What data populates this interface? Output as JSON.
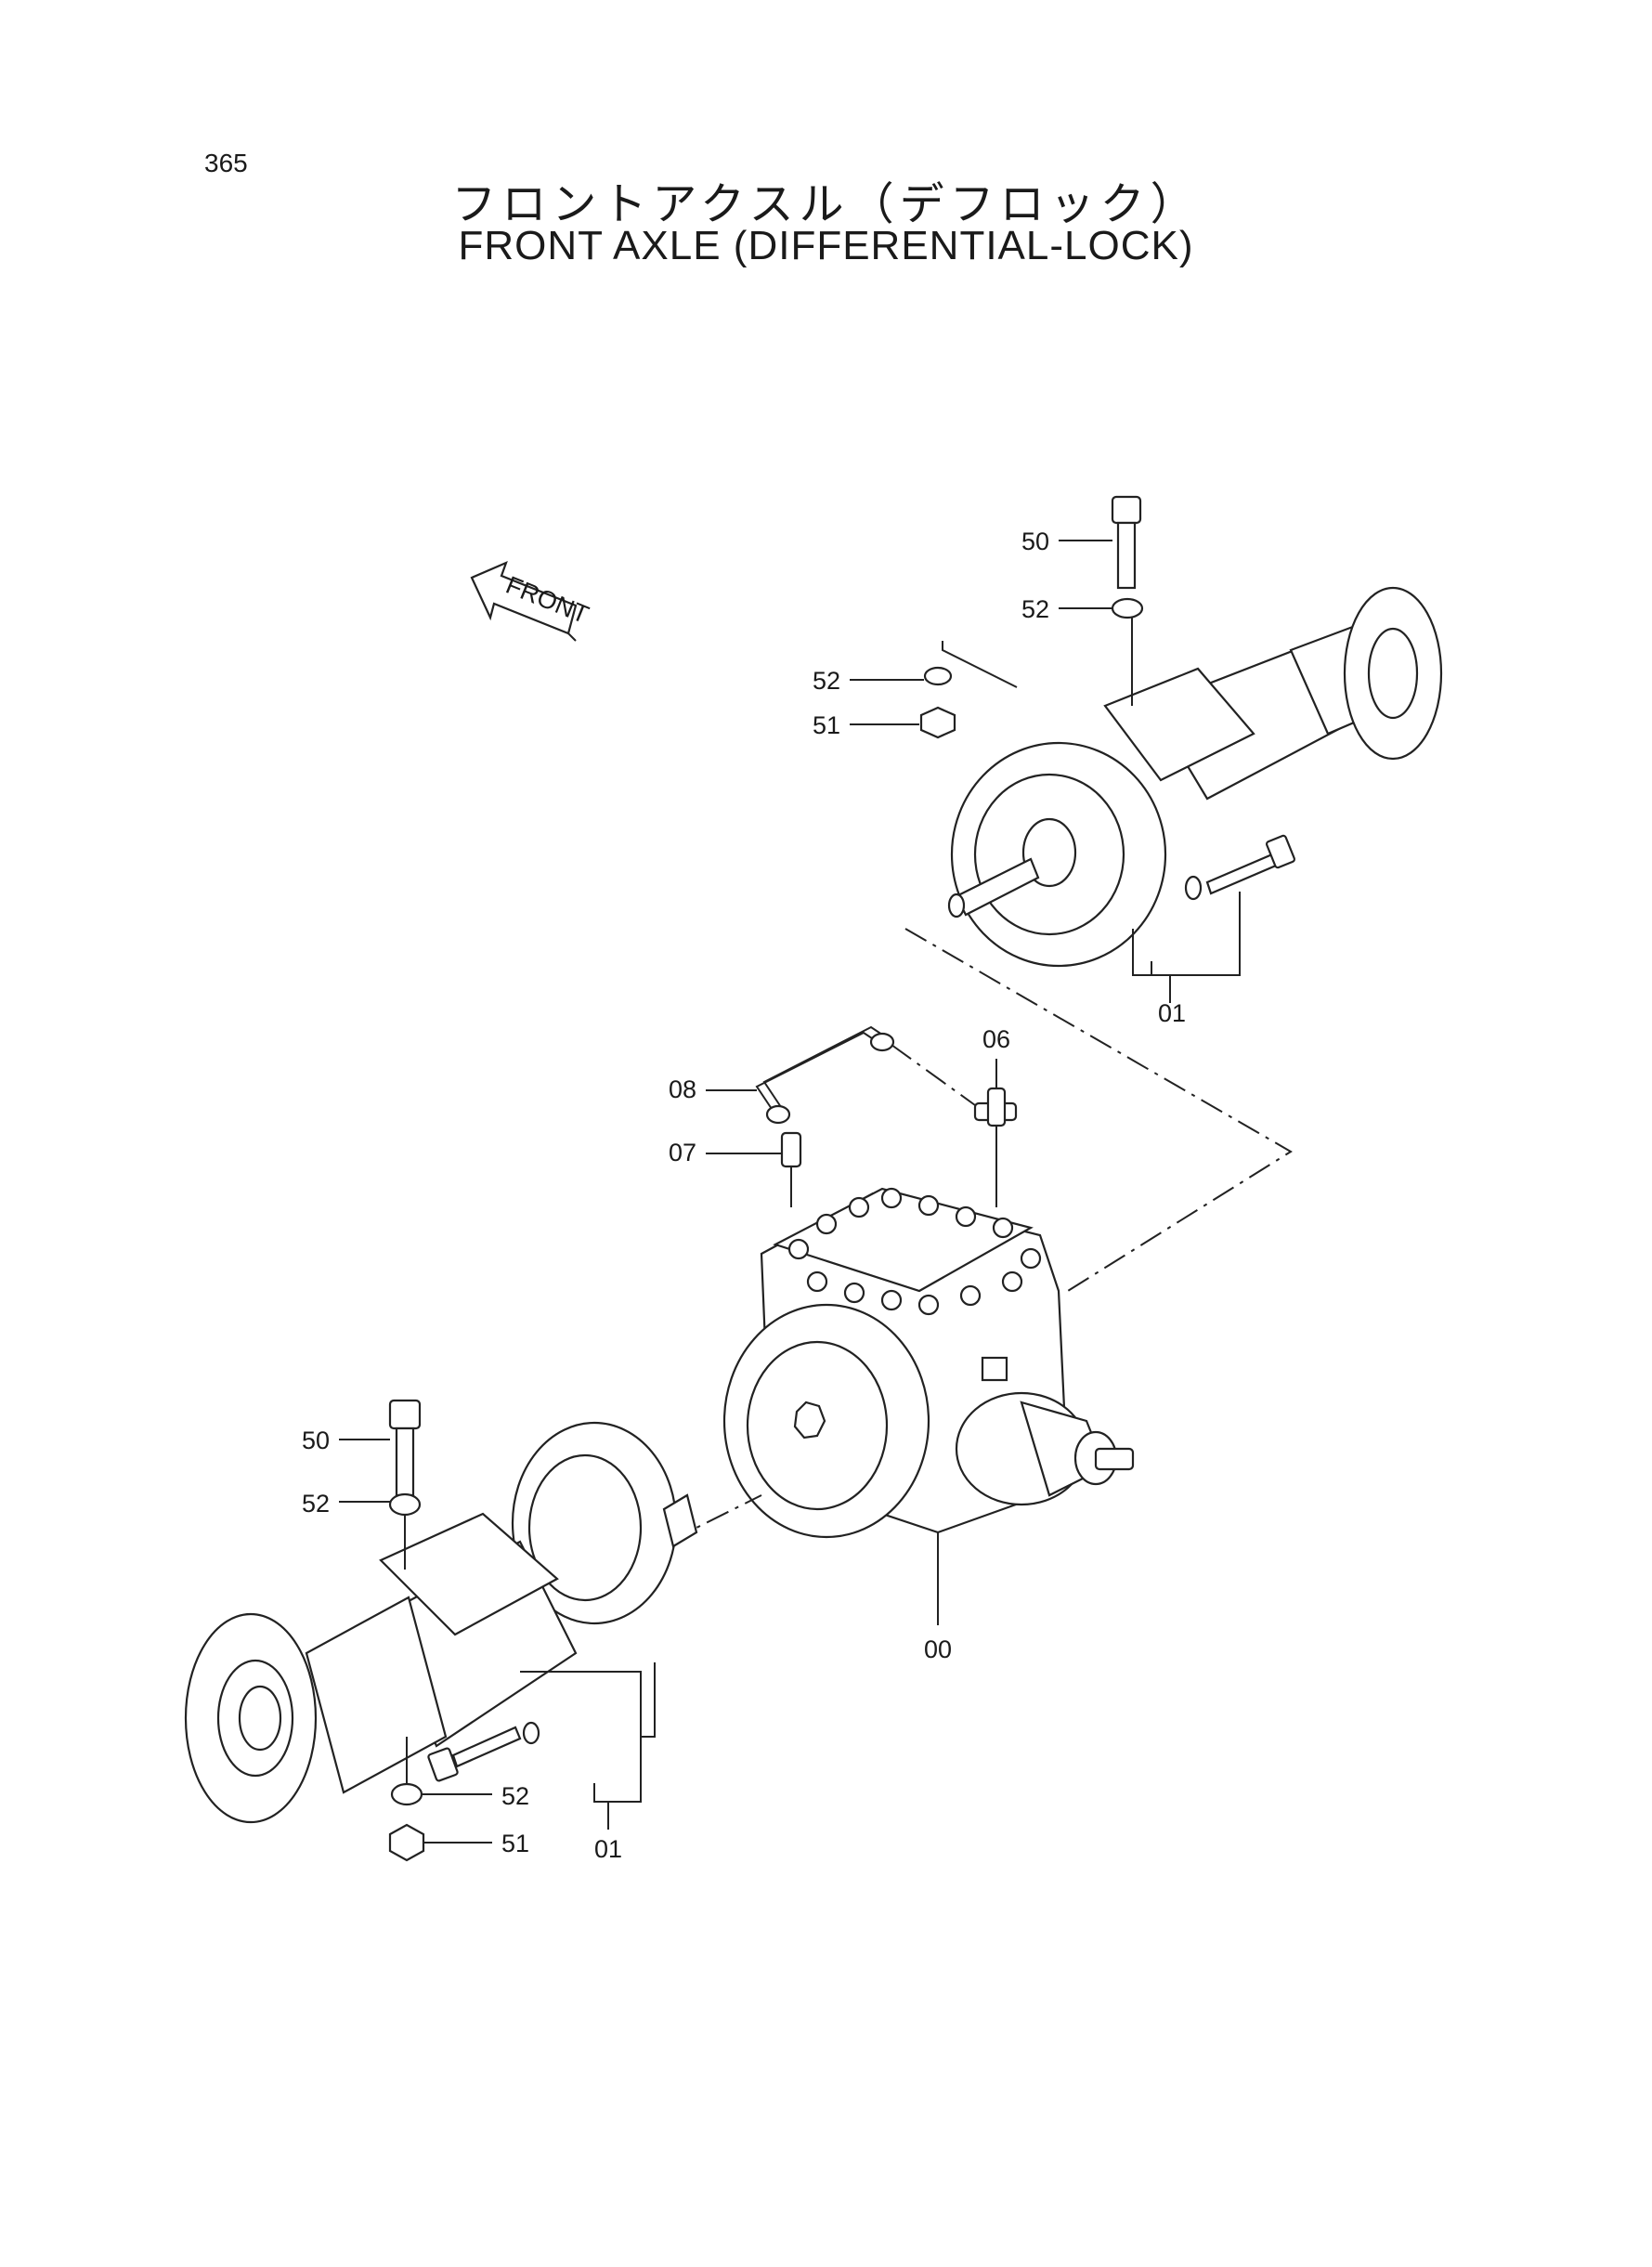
{
  "page_number": "365",
  "title_jp": "フロントアクスル（デフロック）",
  "title_en": "FRONT AXLE (DIFFERENTIAL-LOCK)",
  "front_arrow_label": "FRONT",
  "callouts": {
    "upper_bolt": "50",
    "upper_washer": "52",
    "upper_left_washer": "52",
    "upper_left_nut": "51",
    "upper_axle": "01",
    "pipe": "08",
    "tee_fitting": "06",
    "elbow_fitting": "07",
    "differential": "00",
    "lower_bolt": "50",
    "lower_washer_top": "52",
    "lower_washer_bottom": "52",
    "lower_nut": "51",
    "lower_axle": "01"
  }
}
